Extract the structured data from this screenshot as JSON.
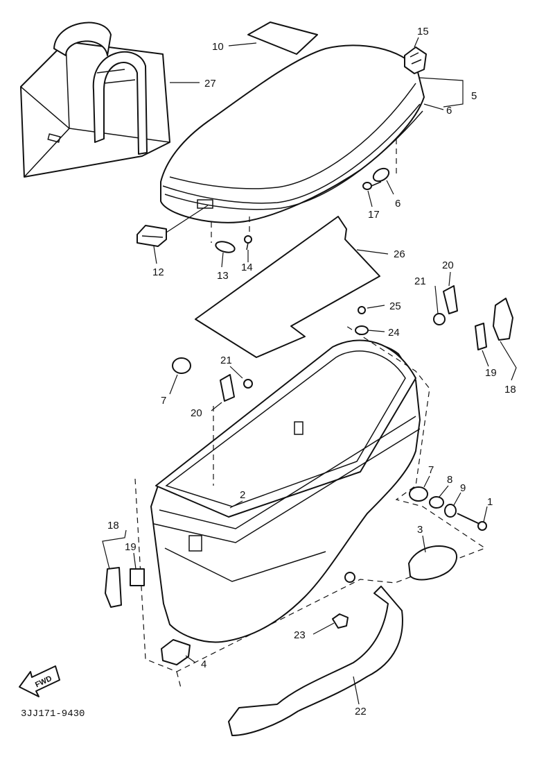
{
  "diagram": {
    "drawing_code": "3JJ171-9430",
    "fwd_label": "FWD",
    "callouts": [
      {
        "id": "c27",
        "text": "27"
      },
      {
        "id": "c10",
        "text": "10"
      },
      {
        "id": "c15",
        "text": "15"
      },
      {
        "id": "c5",
        "text": "5"
      },
      {
        "id": "c6a",
        "text": "6"
      },
      {
        "id": "c6b",
        "text": "6"
      },
      {
        "id": "c17",
        "text": "17"
      },
      {
        "id": "c12",
        "text": "12"
      },
      {
        "id": "c13",
        "text": "13"
      },
      {
        "id": "c14",
        "text": "14"
      },
      {
        "id": "c26",
        "text": "26"
      },
      {
        "id": "c20a",
        "text": "20"
      },
      {
        "id": "c21a",
        "text": "21"
      },
      {
        "id": "c25",
        "text": "25"
      },
      {
        "id": "c24",
        "text": "24"
      },
      {
        "id": "c19a",
        "text": "19"
      },
      {
        "id": "c18a",
        "text": "18"
      },
      {
        "id": "c21b",
        "text": "21"
      },
      {
        "id": "c7a",
        "text": "7"
      },
      {
        "id": "c20b",
        "text": "20"
      },
      {
        "id": "c2",
        "text": "2"
      },
      {
        "id": "c7b",
        "text": "7"
      },
      {
        "id": "c8",
        "text": "8"
      },
      {
        "id": "c9",
        "text": "9"
      },
      {
        "id": "c1",
        "text": "1"
      },
      {
        "id": "c3",
        "text": "3"
      },
      {
        "id": "c18b",
        "text": "18"
      },
      {
        "id": "c19b",
        "text": "19"
      },
      {
        "id": "c23",
        "text": "23"
      },
      {
        "id": "c4",
        "text": "4"
      },
      {
        "id": "c22",
        "text": "22"
      }
    ]
  }
}
